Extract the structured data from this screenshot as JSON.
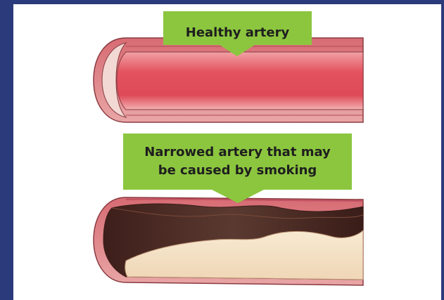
{
  "colors": {
    "frame": "#2b3a7a",
    "background": "#ffffff",
    "callout_fill": "#8cc63f",
    "text": "#1e1e1e",
    "artery_wall": "#d2646e",
    "artery_lumen": "#e0505e",
    "plaque_dark": "#4a2a24",
    "plaque_light": "#f4e3c8"
  },
  "callouts": {
    "healthy": "Healthy artery",
    "narrowed_line1": "Narrowed artery that may",
    "narrowed_line2": "be caused by smoking"
  }
}
